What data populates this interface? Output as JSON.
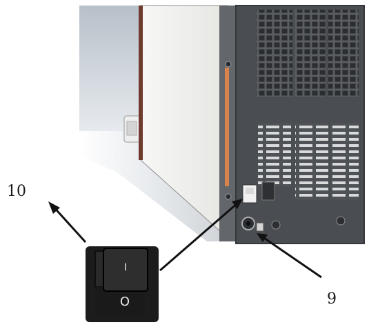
{
  "callouts": {
    "power_switch": {
      "number": "10"
    },
    "power_socket": {
      "number": "9"
    }
  },
  "switch": {
    "on_symbol": "I",
    "off_symbol": "O"
  },
  "colors": {
    "cabinet_side": "#f2f2f0",
    "back_panel": "#4a4d51",
    "orange_seal": "#d9824e",
    "arrow": "#111111",
    "switch_body": "#1c1c1c"
  }
}
